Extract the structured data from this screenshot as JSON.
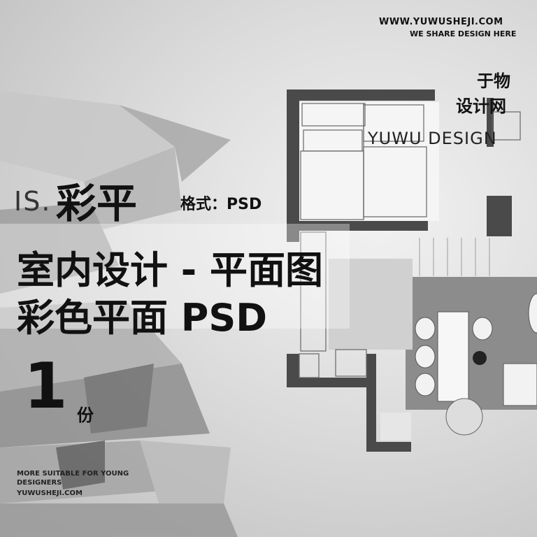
{
  "header": {
    "website": "WWW.YUWUSHEJI.COM",
    "tagline": "WE SHARE DESIGN HERE"
  },
  "logo": {
    "cn_line1": "于物",
    "cn_line2": "设计网",
    "en": "YUWU DESIGN"
  },
  "title": {
    "prefix": "IS.",
    "main": "彩平",
    "format_label": "格式：PSD",
    "line1": "室内设计 - 平面图",
    "line2": "彩色平面 PSD"
  },
  "count": {
    "number": "1",
    "unit": "份"
  },
  "footer": {
    "line1": "MORE SUITABLE FOR YOUNG",
    "line2": "DESIGNERS",
    "line3": "YUWUSHEJI.COM"
  },
  "colors": {
    "wall": "#4a4a4a",
    "floor_gray": "#8c8c8c",
    "text": "#111111"
  }
}
